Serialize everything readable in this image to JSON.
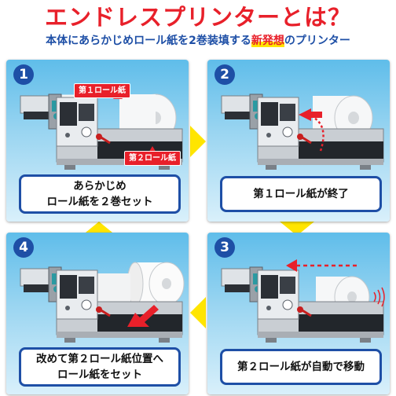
{
  "header": {
    "title": "エンドレスプリンターとは？",
    "subtitle_before": "本体にあらかじめロール紙を2巻装填する",
    "subtitle_highlight": "新発想",
    "subtitle_after": "のプリンター"
  },
  "colors": {
    "accent_red": "#e8202a",
    "brand_blue": "#1e4fa6",
    "flow_yellow": "#ffe500"
  },
  "panels": {
    "p1": {
      "number": "1",
      "line1": "あらかじめ",
      "line2": "ロール紙を２巻セット",
      "tag_roll1": "第１ロール紙",
      "tag_roll2": "第２ロール紙"
    },
    "p2": {
      "number": "2",
      "line1": "第１ロール紙が終了"
    },
    "p3": {
      "number": "3",
      "line1": "第２ロール紙が自動で移動"
    },
    "p4": {
      "number": "4",
      "line1": "改めて第２ロール紙位置へ",
      "line2": "ロール紙をセット"
    }
  }
}
